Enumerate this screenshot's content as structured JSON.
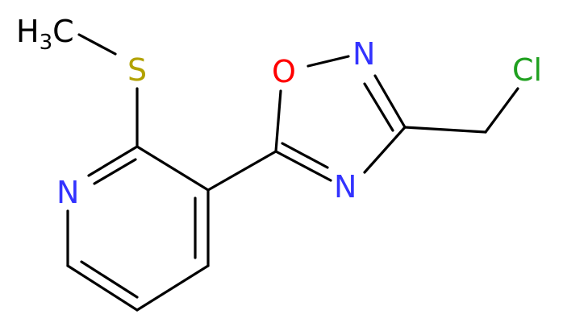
{
  "structure": {
    "atoms": {
      "methyl_h": "H",
      "methyl_sub": "3",
      "methyl_c": "C",
      "sulfur": "S",
      "pyridine_n": "N",
      "oxygen": "O",
      "ring_n_top": "N",
      "ring_n_bottom": "N",
      "chlorine": "Cl"
    }
  },
  "colors": {
    "carbon": "#000000",
    "nitrogen": "#3333ff",
    "oxygen": "#ff0000",
    "sulfur": "#b2a200",
    "chlorine": "#1fa01f",
    "bond": "#000000"
  }
}
